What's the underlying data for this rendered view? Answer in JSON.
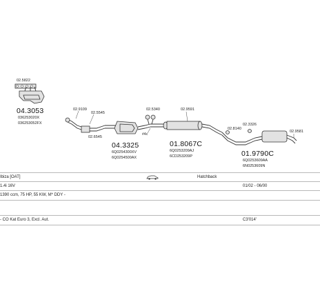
{
  "diagram": {
    "part_numbers": {
      "p_0_5822": "02.5822",
      "p_04_3053": "04.3053",
      "p_036253020x": "036253020X",
      "p_036253052fx": "036253052FX",
      "p_0_2_9_09": "02.9109",
      "p_0_2_5545": "02.5545",
      "p_0_2_6545": "02.6545",
      "p_0_2_5340": "02.5340",
      "p_0_2_9591": "02.9591",
      "p_04_3325": "04.3325",
      "p_6q0254300xv": "6Q0254300XV",
      "p_6q0254500ax": "6Q0254500AX",
      "p_hash_4x": "#4x",
      "p_01_8067c": "01.8067C",
      "p_6q0253209aj": "6Q0253209AJ",
      "p_6cd253209p": "6CD253209P",
      "p_0_2_8140": "02.8140",
      "p_0_2_3326": "02.3326",
      "p_0_2_9581": "02.9581",
      "p_01_9790c": "01.9790C",
      "p_6q0253609aa": "6Q0253609AA",
      "p_6n0253609n": "6N0253609N"
    }
  },
  "info": {
    "row1": {
      "model": "Ibiza [OAT]",
      "body": "Hatchback"
    },
    "row2": {
      "engine": "1.4i 16V",
      "years": "01/02 - 06/00"
    },
    "row3": {
      "spec": "1390 ccm, 75 HP, 55 KW, M* DDY -"
    },
    "row4": {
      "desc": "- CO Kat Euro 3, Excl. Aut.",
      "code": "C3'014'"
    }
  }
}
